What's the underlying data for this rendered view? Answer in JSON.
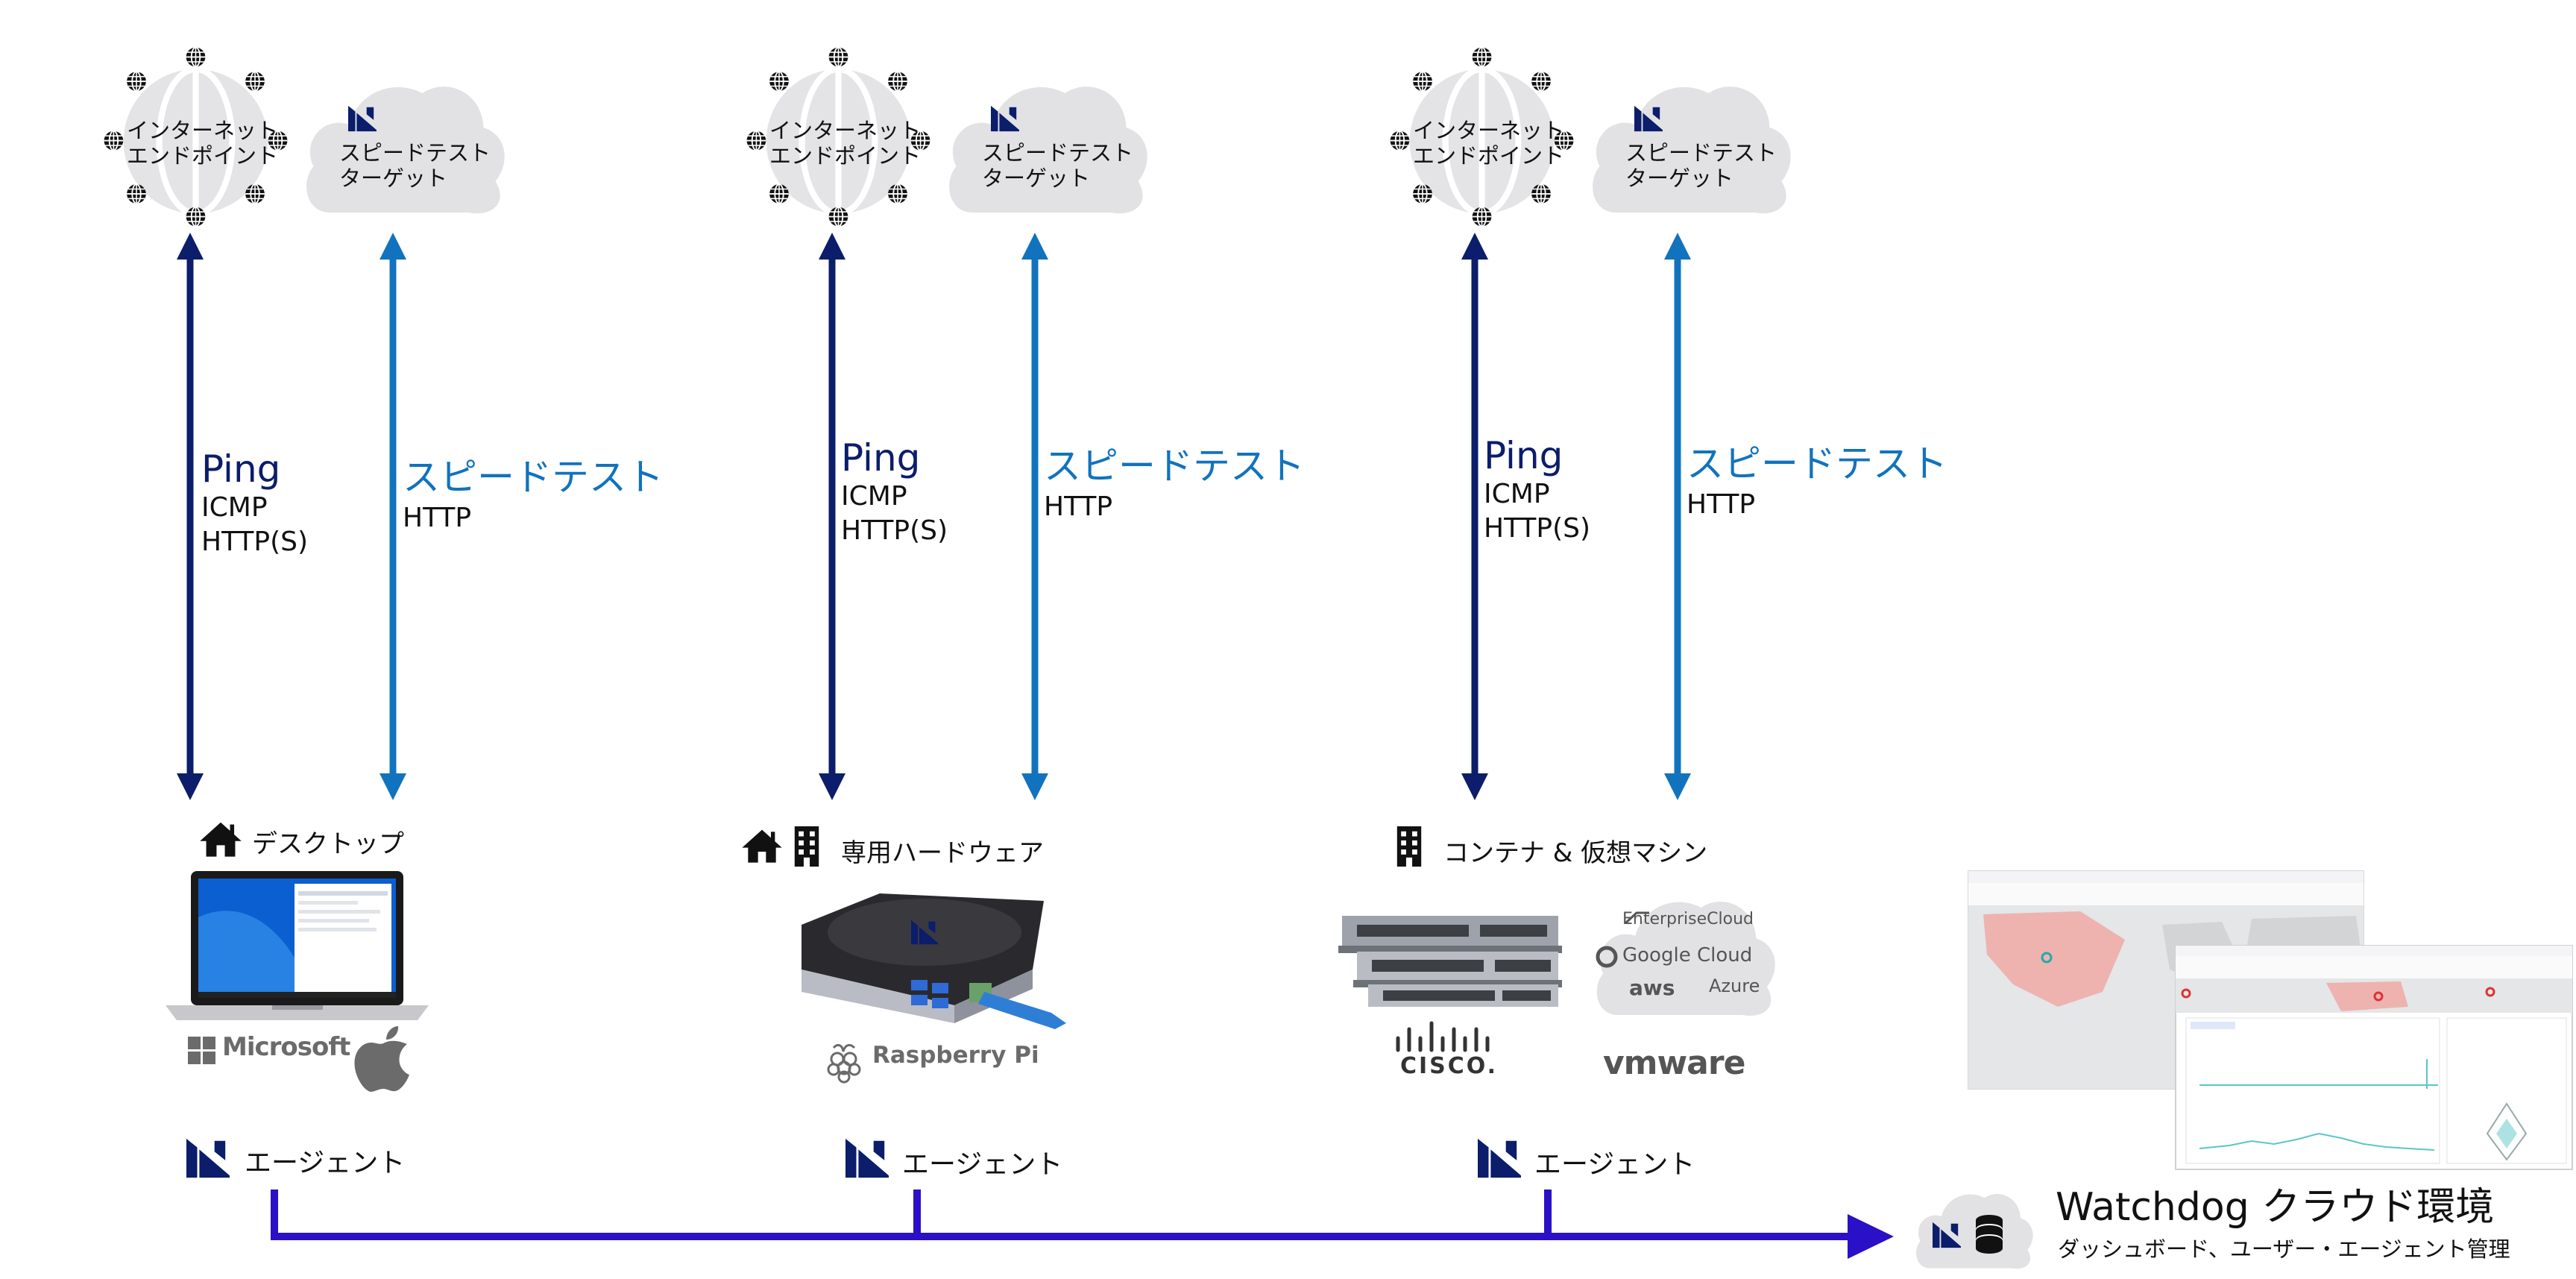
{
  "columns": [
    {
      "id": "desktop",
      "endpoint_label": [
        "インターネット",
        "エンドポイント"
      ],
      "speedtest_target_label": [
        "スピードテスト",
        "ターゲット"
      ],
      "ping_title": "Ping",
      "ping_protocols": [
        "ICMP",
        "HTTP(S)"
      ],
      "speedtest_title": "スピードテスト",
      "speedtest_protocols": [
        "HTTP"
      ],
      "device_title": "デスクトップ",
      "device_icons": [
        "home-icon"
      ],
      "brands": [
        "Microsoft",
        "apple-logo"
      ],
      "agent_label": "エージェント"
    },
    {
      "id": "hardware",
      "endpoint_label": [
        "インターネット",
        "エンドポイント"
      ],
      "speedtest_target_label": [
        "スピードテスト",
        "ターゲット"
      ],
      "ping_title": "Ping",
      "ping_protocols": [
        "ICMP",
        "HTTP(S)"
      ],
      "speedtest_title": "スピードテスト",
      "speedtest_protocols": [
        "HTTP"
      ],
      "device_title": "専用ハードウェア",
      "device_icons": [
        "home-icon",
        "building-icon"
      ],
      "brands": [
        "Raspberry Pi"
      ],
      "agent_label": "エージェント"
    },
    {
      "id": "container",
      "endpoint_label": [
        "インターネット",
        "エンドポイント"
      ],
      "speedtest_target_label": [
        "スピードテスト",
        "ターゲット"
      ],
      "ping_title": "Ping",
      "ping_protocols": [
        "ICMP",
        "HTTP(S)"
      ],
      "speedtest_title": "スピードテスト",
      "speedtest_protocols": [
        "HTTP"
      ],
      "device_title": "コンテナ & 仮想マシン",
      "device_icons": [
        "building-icon"
      ],
      "brands": [
        "EnterpriseCloud",
        "Google Cloud",
        "aws",
        "Azure",
        "CISCO.",
        "vmware"
      ],
      "agent_label": "エージェント"
    }
  ],
  "cloud": {
    "title": "Watchdog クラウド環境",
    "subtitle": "ダッシュボード、ユーザー・エージェント管理"
  },
  "colors": {
    "ping": "#0b1d6b",
    "speedtest": "#1173bd",
    "bus": "#2a10c6",
    "cloud": "#e2e2e4"
  }
}
